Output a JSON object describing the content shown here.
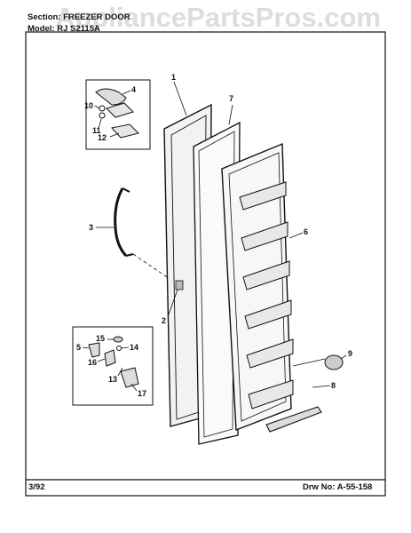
{
  "watermark": "AppliancePartsPros.com",
  "header": {
    "section": "Section:  FREEZER  DOOR",
    "model": "Model:  RJ     S2115A"
  },
  "footer": {
    "date": "3/92",
    "drawing_no": "Drw  No:  A-55-158"
  },
  "callouts": {
    "c1": "1",
    "c2": "2",
    "c3": "3",
    "c4": "4",
    "c5": "5",
    "c6": "6",
    "c7": "7",
    "c8": "8",
    "c9": "9",
    "c10": "10",
    "c11": "11",
    "c12": "12",
    "c13": "13",
    "c14": "14",
    "c15": "15",
    "c16": "16",
    "c17": "17"
  }
}
